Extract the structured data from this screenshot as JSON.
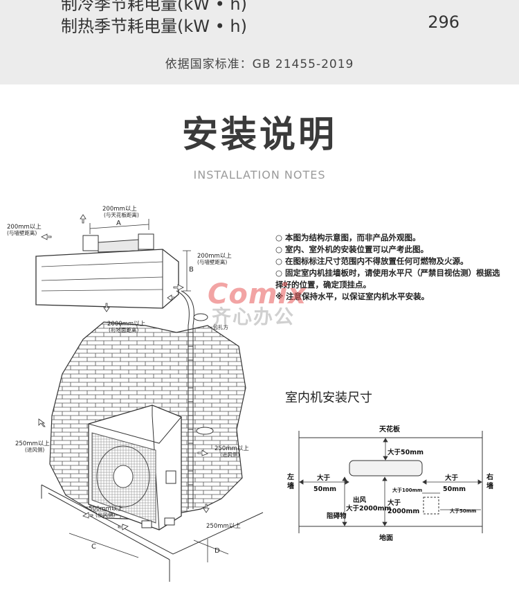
{
  "spec": {
    "prev_row_label": "制冷季节耗电量(kW • h)",
    "row_label": "制热季节耗电量(kW • h)",
    "row_value": "296",
    "standard": "依据国家标准：GB 21455-2019"
  },
  "heading": {
    "title": "安装说明",
    "subtitle": "INSTALLATION NOTES"
  },
  "diagram": {
    "top_clearance": "200mm以上",
    "top_clearance_note": "(与天花板距离)",
    "left_clearance": "200mm以上",
    "left_clearance_note": "(与墙壁距离)",
    "right_clearance": "200mm以上",
    "right_clearance_note": "(与墙壁距离)",
    "bottom_clearance": "2000mm以上",
    "bottom_clearance_note": "(与地面距离)",
    "pipe_note": "一包扎方",
    "outdoor_left": "250mm以上",
    "outdoor_left_note": "(进风侧)",
    "outdoor_right": "250mm以上",
    "outdoor_right_note": "(进风侧)",
    "outdoor_front": "500mm以上",
    "outdoor_front_note": "(出风侧)",
    "outdoor_bottom": "250mm以上",
    "label_a": "A",
    "label_b": "B",
    "label_c": "C",
    "label_d": "D"
  },
  "notes": [
    "○ 本图为结构示意图，而非产品外观图。",
    "○ 室内、室外机的安装位置可以产考此图。",
    "○ 在图标标注尺寸范围内不得放置任何可燃物及火源。",
    "○ 固定室内机挂墙板时，请使用水平尺（严禁目视估测）根据选",
    "   择好的位置，确定顶挂点。",
    "※ 注意保持水平，以保证室内机水平安装。"
  ],
  "watermark": {
    "en": "Comix",
    "cn": "齐心办公"
  },
  "dimensions": {
    "title": "室内机安装尺寸",
    "ceiling": "天花板",
    "floor": "地面",
    "left_wall": [
      "左",
      "墙"
    ],
    "right_wall": [
      "右",
      "墙"
    ],
    "top_gap": "大于50mm",
    "left_gap": [
      "大于",
      "50mm"
    ],
    "right_gap": [
      "大于",
      "50mm"
    ],
    "outlet_gap": [
      "出风",
      "大于2000mm",
      "阻碍物"
    ],
    "floor_gap": [
      "大于",
      "2000mm"
    ],
    "pipe_gap_top": "大于100mm",
    "pipe_gap_right": "大于50mm"
  }
}
